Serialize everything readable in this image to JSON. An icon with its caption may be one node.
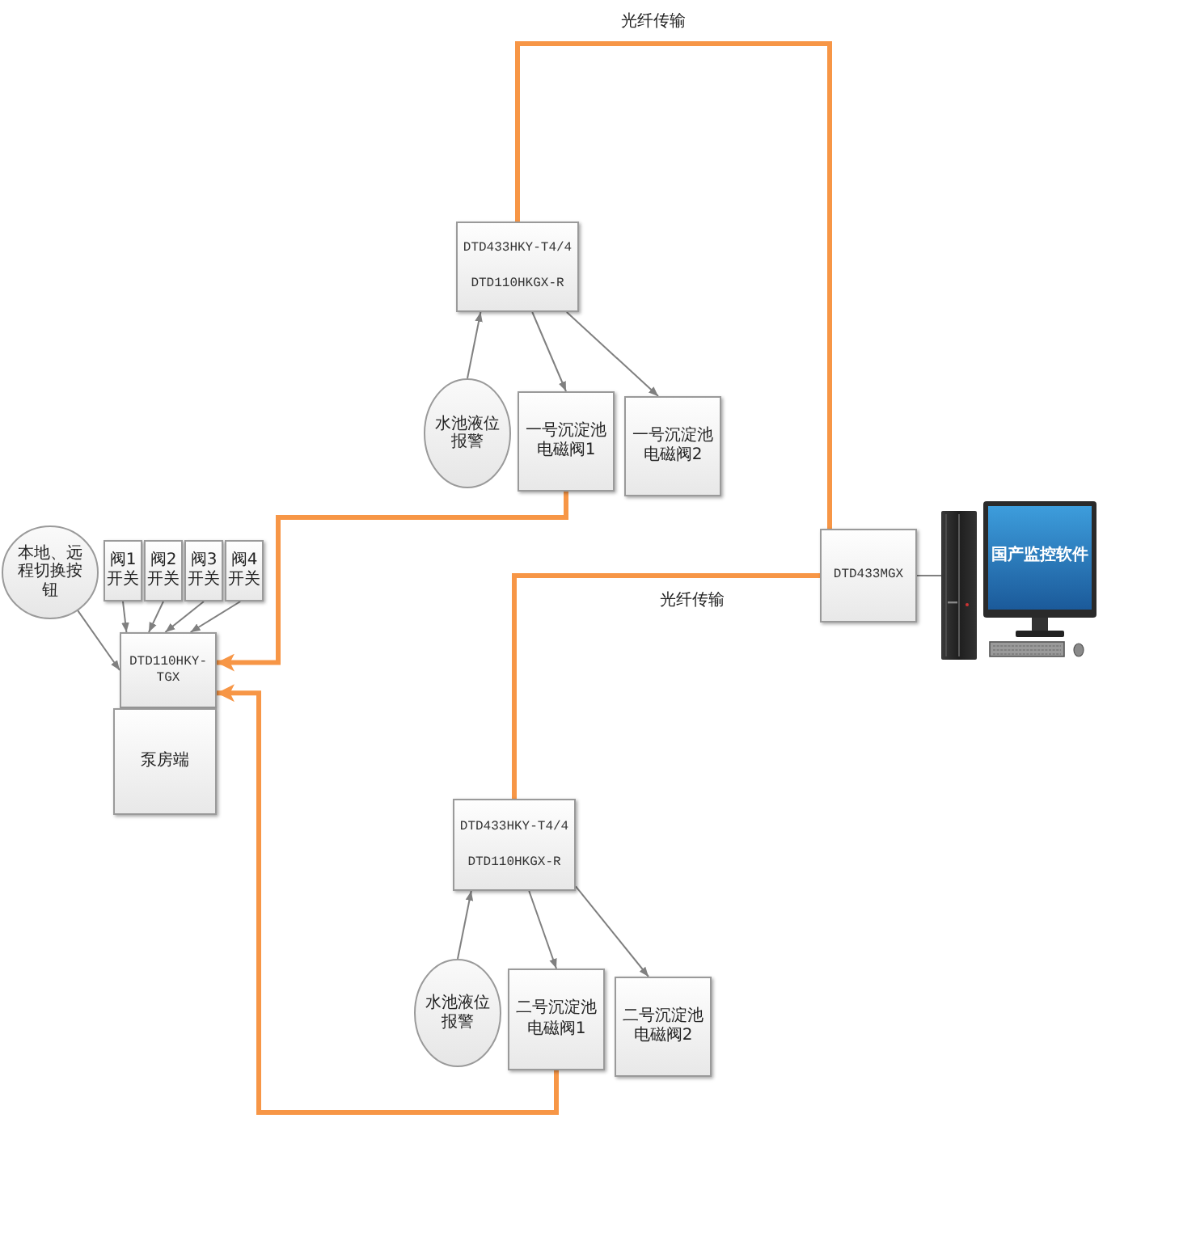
{
  "diagram": {
    "nodes": [
      {
        "text": [
          "DTD433HKY-T4/4",
          "DTD110HKGX-R"
        ]
      },
      {
        "text": [
          "水池液位报警"
        ]
      },
      {
        "text": [
          "一号沉淀池电磁阀1"
        ]
      },
      {
        "text": [
          "一号沉淀池电磁阀2"
        ]
      },
      {
        "text": [
          "DTD433MGX"
        ]
      },
      {
        "text": [
          "国产监控软件"
        ]
      },
      {
        "text": [
          "本地、远程切换按钮"
        ]
      },
      {
        "text": [
          "阀1开关"
        ]
      },
      {
        "text": [
          "阀2开关"
        ]
      },
      {
        "text": [
          "阀3开关"
        ]
      },
      {
        "text": [
          "阀4开关"
        ]
      },
      {
        "text": [
          "DTD110HKY-TGX"
        ]
      },
      {
        "text": [
          "泵房端"
        ]
      },
      {
        "text": [
          "DTD433HKY-T4/4",
          "DTD110HKGX-R"
        ]
      },
      {
        "text": [
          "水池液位报警"
        ]
      },
      {
        "text": [
          "二号沉淀池电磁阀1"
        ]
      },
      {
        "text": [
          "二号沉淀池电磁阀2"
        ]
      }
    ],
    "edges": [
      {
        "from": 1,
        "to": 0,
        "arrow": "to"
      },
      {
        "from": 0,
        "to": 2,
        "arrow": "to"
      },
      {
        "from": 0,
        "to": 3,
        "arrow": "to"
      },
      {
        "from": 0,
        "to": 4,
        "arrow": "none",
        "label": "光纤传输",
        "style": "thick",
        "color": "#f79646"
      },
      {
        "from": 2,
        "to": 11,
        "arrow": "to",
        "style": "thick",
        "color": "#f79646"
      },
      {
        "from": 4,
        "to": 5,
        "arrow": "none"
      },
      {
        "from": 13,
        "to": 4,
        "arrow": "none",
        "label": "光纤传输",
        "style": "thick",
        "color": "#f79646"
      },
      {
        "from": 6,
        "to": 11,
        "arrow": "to"
      },
      {
        "from": 7,
        "to": 11,
        "arrow": "to"
      },
      {
        "from": 8,
        "to": 11,
        "arrow": "to"
      },
      {
        "from": 9,
        "to": 11,
        "arrow": "to"
      },
      {
        "from": 10,
        "to": 11,
        "arrow": "to"
      },
      {
        "from": 14,
        "to": 13,
        "arrow": "to"
      },
      {
        "from": 13,
        "to": 15,
        "arrow": "to"
      },
      {
        "from": 13,
        "to": 16,
        "arrow": "to"
      },
      {
        "from": 15,
        "to": 11,
        "arrow": "to",
        "style": "thick",
        "color": "#f79646"
      }
    ]
  }
}
